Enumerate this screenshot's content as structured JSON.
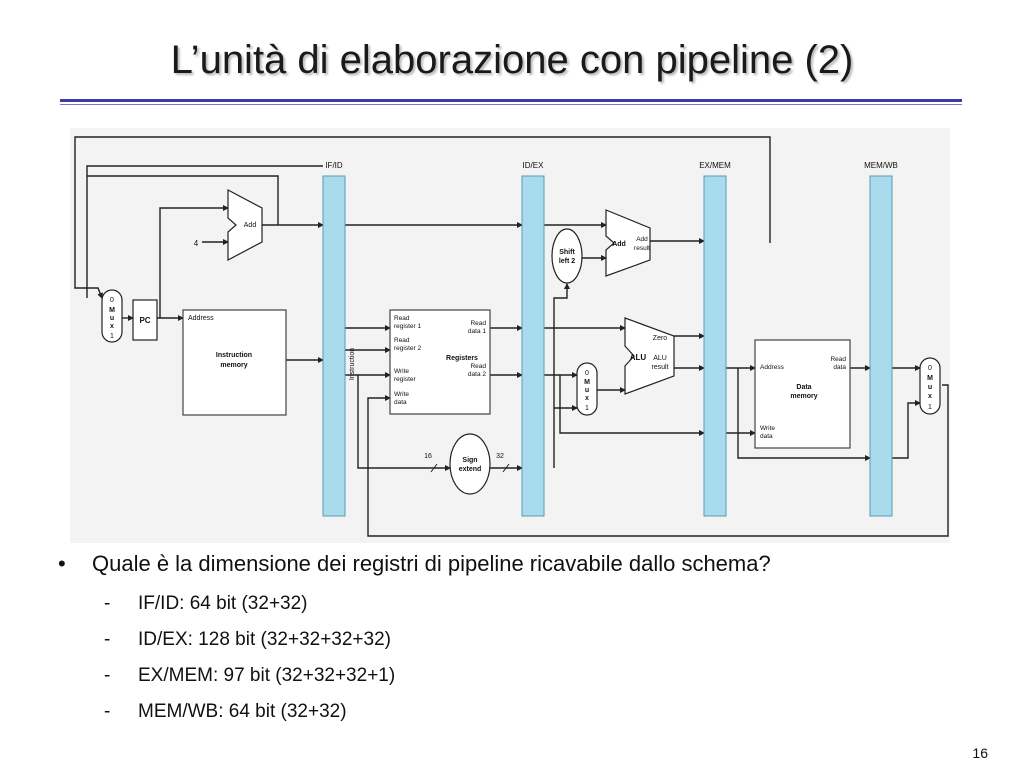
{
  "slide": {
    "title": "L’unità di elaborazione con pipeline (2)",
    "page_number": "16"
  },
  "diagram": {
    "pipeline_registers": [
      "IF/ID",
      "ID/EX",
      "EX/MEM",
      "MEM/WB"
    ],
    "labels": {
      "add": "Add",
      "four": "4",
      "pc": "PC",
      "mux_0": "0",
      "mux_m": "M",
      "mux_u": "u",
      "mux_x": "x",
      "mux_1": "1",
      "address": "Address",
      "instruction": "Instruction",
      "memory": "memory",
      "instruction_vertical": "Instruction",
      "read": "Read",
      "register_1": "register 1",
      "register_2": "register 2",
      "write": "Write",
      "register": "register",
      "data": "data",
      "read_data_1_a": "Read",
      "read_data_1_b": "data 1",
      "read_data_2_a": "Read",
      "read_data_2_b": "data 2",
      "registers": "Registers",
      "shift": "Shift",
      "left_2": "left 2",
      "add_result_a": "Add",
      "add_result_b": "result",
      "zero": "Zero",
      "alu": "ALU",
      "alu_result_a": "ALU",
      "alu_result_b": "result",
      "data_memory_a": "Data",
      "data_memory_b": "memory",
      "read_data_a": "Read",
      "read_data_b": "data",
      "write_data_a": "Write",
      "write_data_b": "data",
      "sign": "Sign",
      "extend": "extend",
      "sixteen": "16",
      "thirtytwo": "32"
    }
  },
  "content": {
    "question": "Quale è la dimensione dei registri di pipeline ricavabile dallo schema?",
    "answers": [
      "IF/ID: 64 bit (32+32)",
      "ID/EX: 128 bit (32+32+32+32)",
      "EX/MEM: 97 bit (32+32+32+1)",
      "MEM/WB: 64 bit (32+32)"
    ]
  }
}
